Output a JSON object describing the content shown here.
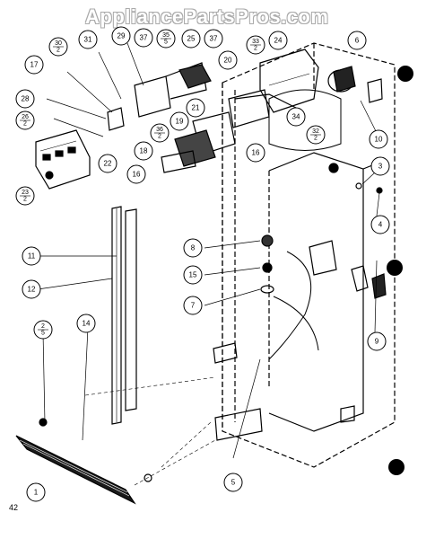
{
  "watermark": "AppliancePartsPros.com",
  "page_number": "42",
  "callouts": [
    {
      "id": "c30",
      "label": "30",
      "sub": "2"
    },
    {
      "id": "c31",
      "label": "31"
    },
    {
      "id": "c29",
      "label": "29"
    },
    {
      "id": "c37a",
      "label": "37"
    },
    {
      "id": "c35",
      "label": "35",
      "sub": "5"
    },
    {
      "id": "c25",
      "label": "25"
    },
    {
      "id": "c37b",
      "label": "37"
    },
    {
      "id": "c33",
      "label": "33",
      "sub": "2"
    },
    {
      "id": "c24",
      "label": "24"
    },
    {
      "id": "c6",
      "label": "6"
    },
    {
      "id": "c17",
      "label": "17"
    },
    {
      "id": "c20",
      "label": "20"
    },
    {
      "id": "c28",
      "label": "28"
    },
    {
      "id": "c26",
      "label": "26",
      "sub": "2"
    },
    {
      "id": "c21",
      "label": "21"
    },
    {
      "id": "c34",
      "label": "34"
    },
    {
      "id": "c19",
      "label": "19"
    },
    {
      "id": "c36",
      "label": "36",
      "sub": "2"
    },
    {
      "id": "c32",
      "label": "32",
      "sub": "2"
    },
    {
      "id": "c10",
      "label": "10"
    },
    {
      "id": "c18",
      "label": "18"
    },
    {
      "id": "c16a",
      "label": "16"
    },
    {
      "id": "c16b",
      "label": "16"
    },
    {
      "id": "c22",
      "label": "22"
    },
    {
      "id": "c3",
      "label": "3"
    },
    {
      "id": "c23",
      "label": "23",
      "sub": "2"
    },
    {
      "id": "c4",
      "label": "4"
    },
    {
      "id": "c11",
      "label": "11"
    },
    {
      "id": "c8",
      "label": "8"
    },
    {
      "id": "c15",
      "label": "15"
    },
    {
      "id": "c12",
      "label": "12"
    },
    {
      "id": "c7",
      "label": "7"
    },
    {
      "id": "c9",
      "label": "9"
    },
    {
      "id": "c2",
      "label": "2",
      "sub": "5"
    },
    {
      "id": "c14",
      "label": "14"
    },
    {
      "id": "c5",
      "label": "5"
    },
    {
      "id": "c1",
      "label": "1"
    }
  ]
}
